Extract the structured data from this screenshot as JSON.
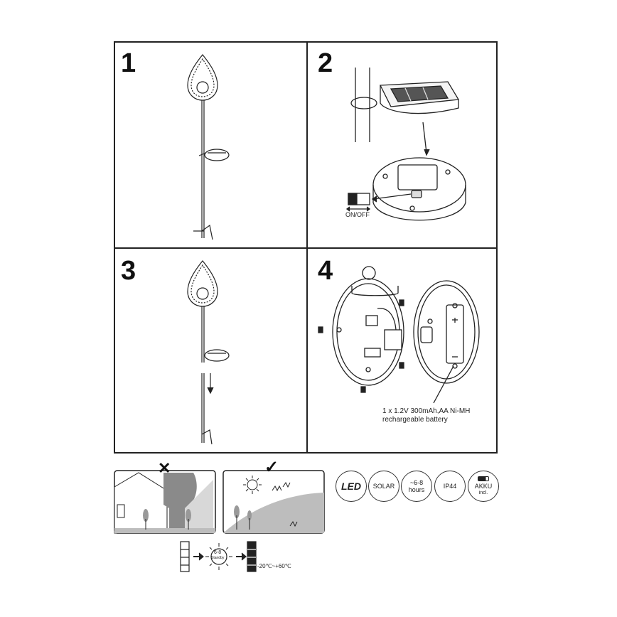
{
  "steps": [
    {
      "number": "1"
    },
    {
      "number": "2",
      "switch_label": "ON/OFF"
    },
    {
      "number": "3"
    },
    {
      "number": "4",
      "battery_caption_line1": "1 x 1.2V 300mAh,AA Ni-MH",
      "battery_caption_line2": "rechargeable battery"
    }
  ],
  "placement": {
    "bad_mark": "✕",
    "good_mark": "✓"
  },
  "charging": {
    "hours_label": "6-8",
    "standby_label": "Standby",
    "temperature_range": "-20℃~+60℃"
  },
  "badges": [
    {
      "id": "led",
      "label": "LED"
    },
    {
      "id": "solar",
      "label": "SOLAR"
    },
    {
      "id": "hours",
      "line1": "~6-8",
      "line2": "hours"
    },
    {
      "id": "ip",
      "label": "IP44"
    },
    {
      "id": "akku",
      "line1": "AKKU",
      "line2": "incl."
    }
  ],
  "colors": {
    "line": "#222222",
    "shade": "#bdbdbd",
    "dark_shade": "#8a8a8a"
  }
}
